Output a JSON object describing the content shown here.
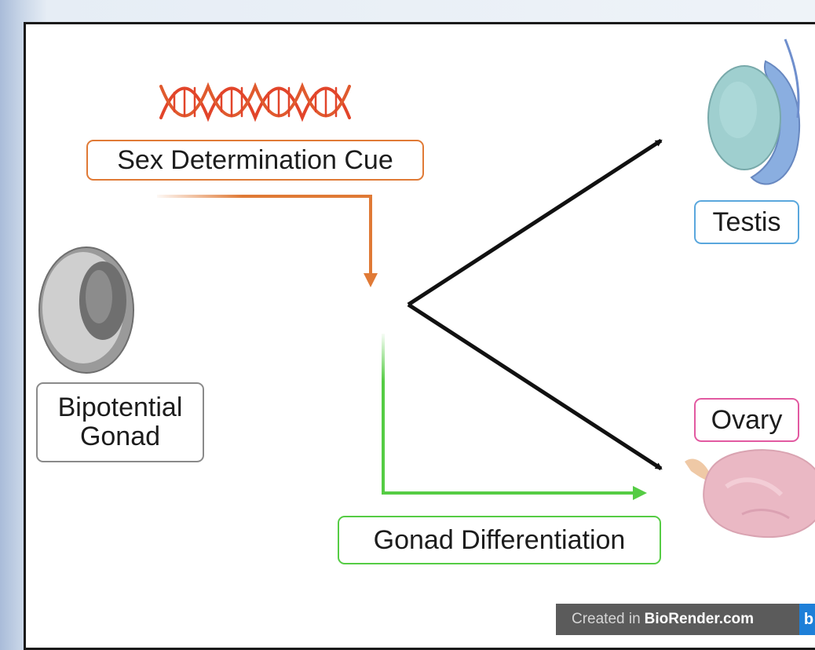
{
  "labels": {
    "cue": "Sex Determination Cue",
    "gonad_line1": "Bipotential",
    "gonad_line2": "Gonad",
    "testis": "Testis",
    "ovary": "Ovary",
    "differentiation": "Gonad Differentiation"
  },
  "credit": {
    "prefix": "Created in",
    "brand": "BioRender.com",
    "badge": "b"
  },
  "colors": {
    "cue": "#e07a36",
    "dna": "#e2452a",
    "differentiation": "#55cc44",
    "testis": "#5aa7dd",
    "ovary": "#e25aa1",
    "gonad": "#8a8a8a"
  },
  "icons": [
    "dna-icon",
    "bipotential-gonad-icon",
    "testis-icon",
    "ovary-icon"
  ]
}
